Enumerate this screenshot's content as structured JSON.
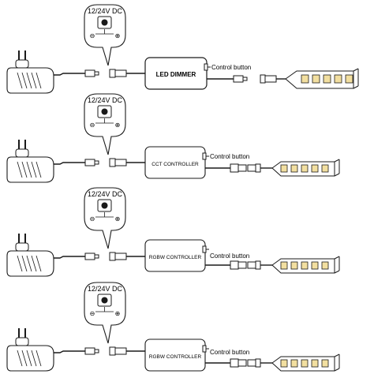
{
  "rows": [
    {
      "voltage": "12/24V DC",
      "polarity_minus": "⊖",
      "polarity_plus": "⊕",
      "controller": "LED DIMMER",
      "control_label": "Control button"
    },
    {
      "voltage": "12/24V DC",
      "polarity_minus": "⊖",
      "polarity_plus": "⊕",
      "controller": "CCT CONTROLLER",
      "control_label": "Control button"
    },
    {
      "voltage": "12/24V DC",
      "polarity_minus": "⊖",
      "polarity_plus": "⊕",
      "controller": "RGBW CONTROLLER",
      "control_label": "Control button"
    },
    {
      "voltage": "12/24V DC",
      "polarity_minus": "⊖",
      "polarity_plus": "⊕",
      "controller": "RGBW CONTROLLER",
      "control_label": "Control button"
    }
  ],
  "colors": {
    "line": "#1a1a1a",
    "led_chip": "#f2dfa0",
    "strip_fill": "#ffffff"
  },
  "icons": [
    "power-adapter-icon",
    "dc-jack-icon",
    "led-strip-icon",
    "connector-icon"
  ]
}
